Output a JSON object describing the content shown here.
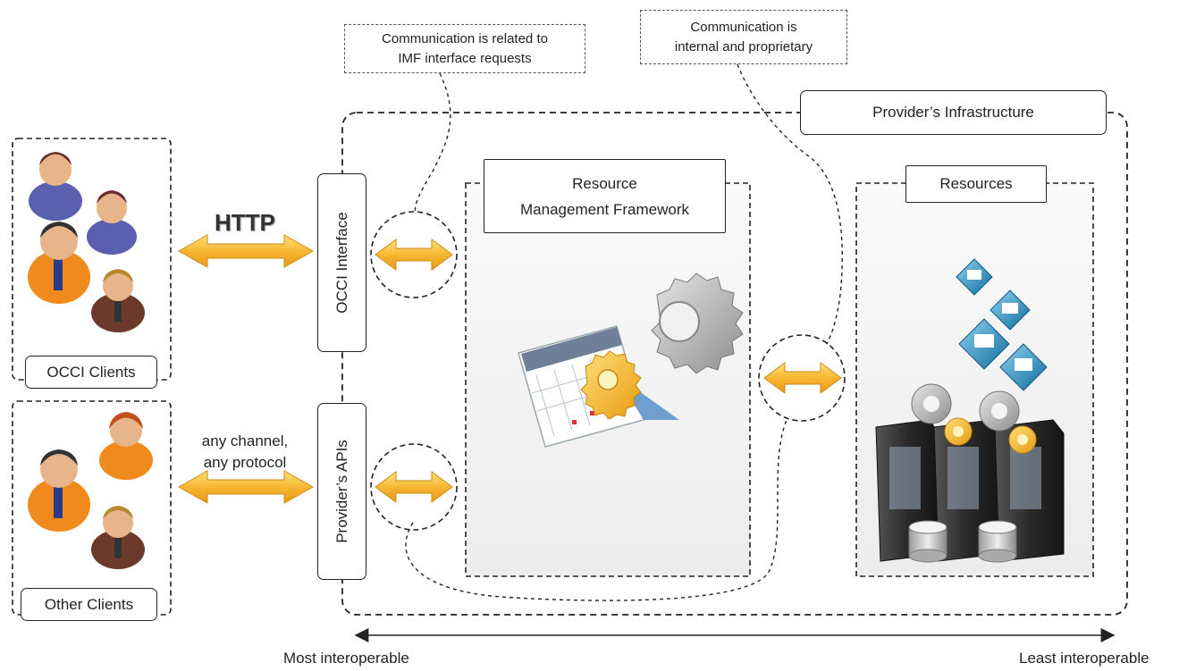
{
  "notes": {
    "imf_requests": [
      "Communication is related to",
      "IMF interface requests"
    ],
    "internal": [
      "Communication is",
      "internal and proprietary"
    ]
  },
  "boxes": {
    "infrastructure": "Provider’s Infrastructure",
    "rmf": [
      "Resource",
      "Management Framework"
    ],
    "resources": "Resources",
    "occci_clients": "OCCI Clients",
    "other_clients": "Other Clients",
    "occi_interface": "OCCI Interface",
    "provider_apis": "Provider’s APIs"
  },
  "channels": {
    "http": "HTTP",
    "any": [
      "any channel,",
      "any protocol"
    ]
  },
  "scale": {
    "most": "Most interoperable",
    "least": "Least interoperable"
  },
  "colors": {
    "arrow": "#f7b733",
    "arrow_highlight": "#fde27a",
    "panel": "#f1f1f1"
  }
}
